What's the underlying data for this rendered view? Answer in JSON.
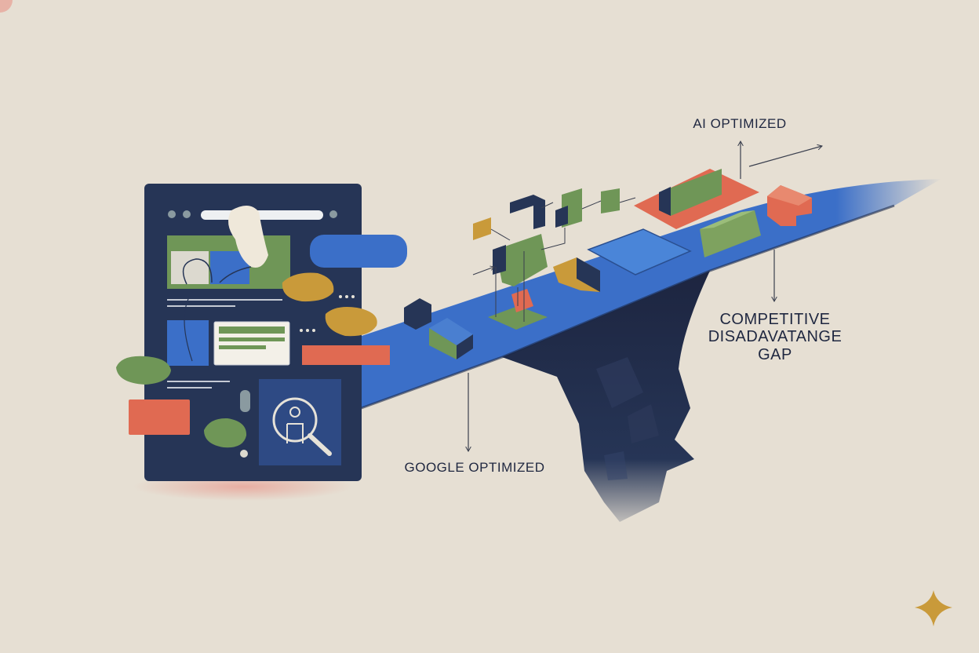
{
  "labels": {
    "ai_optimized": "AI OPTIMIZED",
    "google_optimized": "GOOGLE OPTIMIZED",
    "gap_line1": "COMPETITIVE",
    "gap_line2": "DISADAVATANGE",
    "gap_line3": "GAP"
  },
  "icons": [
    "webpage-mockup",
    "magnifier-person-icon",
    "sparkle-icon"
  ],
  "colors": {
    "background": "#e6dfd3",
    "navy": "#263556",
    "blue": "#3b6fc8",
    "green": "#6f9657",
    "coral": "#e06a52",
    "ochre": "#c99a3a",
    "text": "#1f2740"
  }
}
